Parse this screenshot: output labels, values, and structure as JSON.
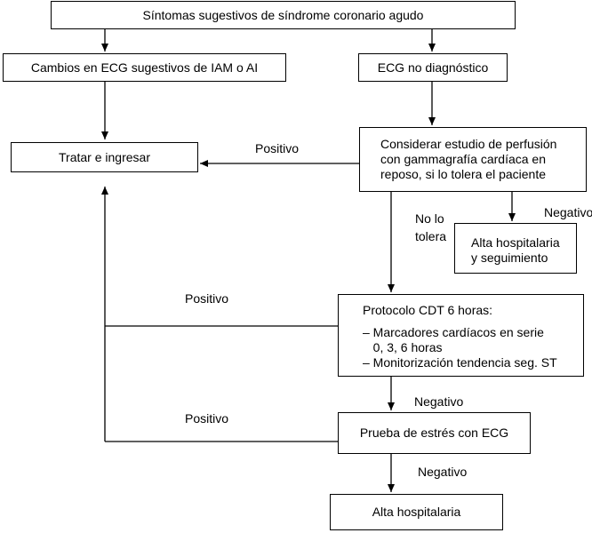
{
  "nodes": {
    "start": "Síntomas sugestivos de síndrome coronario agudo",
    "ecg_suggestive": "Cambios en ECG sugestivos de IAM o AI",
    "ecg_nondiagnostic": "ECG no diagnóstico",
    "treat_admit": "Tratar e ingresar",
    "perfusion": [
      "Considerar estudio de perfusión",
      "con gammagrafía cardíaca en",
      "reposo, si lo tolera el paciente"
    ],
    "discharge_followup": [
      "Alta hospitalaria",
      "y seguimiento"
    ],
    "protocol": {
      "title": "Protocolo CDT 6 horas:",
      "items": [
        "– Marcadores cardíacos en serie",
        "   0, 3, 6 horas",
        "– Monitorización tendencia seg. ST"
      ]
    },
    "stress_test": "Prueba de estrés con ECG",
    "discharge": "Alta hospitalaria"
  },
  "edge_labels": {
    "positivo_perfusion": "Positivo",
    "negativo_perfusion": "Negativo",
    "no_lo_tolera": [
      "No lo",
      "tolera"
    ],
    "positivo_protocol": "Positivo",
    "negativo_protocol": "Negativo",
    "positivo_stress": "Positivo",
    "negativo_stress": "Negativo"
  }
}
